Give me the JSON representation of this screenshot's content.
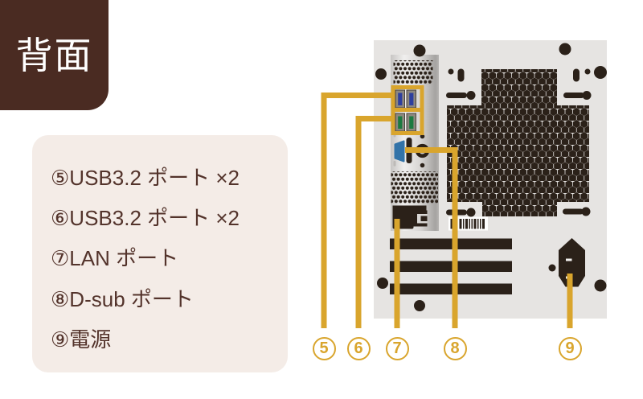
{
  "header": {
    "title": "背面"
  },
  "legend": {
    "items": [
      {
        "label": "⑤USB3.2 ポート ×2"
      },
      {
        "label": "⑥USB3.2 ポート ×2"
      },
      {
        "label": "⑦LAN ポート"
      },
      {
        "label": "⑧D-sub ポート"
      },
      {
        "label": "⑨電源"
      }
    ]
  },
  "callouts": [
    {
      "number": "5"
    },
    {
      "number": "6"
    },
    {
      "number": "7"
    },
    {
      "number": "8"
    },
    {
      "number": "9"
    }
  ],
  "colors": {
    "accent_gold": "#D9A52D",
    "header_brown": "#4A2B22",
    "panel_beige": "#F4ECE7",
    "text_brown": "#53332B",
    "case_gray": "#E6E4E2",
    "detail_dark": "#2B2119",
    "usb_blue": "#2E3F9E",
    "usb_green": "#1C7A40",
    "dsub_blue": "#3273A8"
  }
}
